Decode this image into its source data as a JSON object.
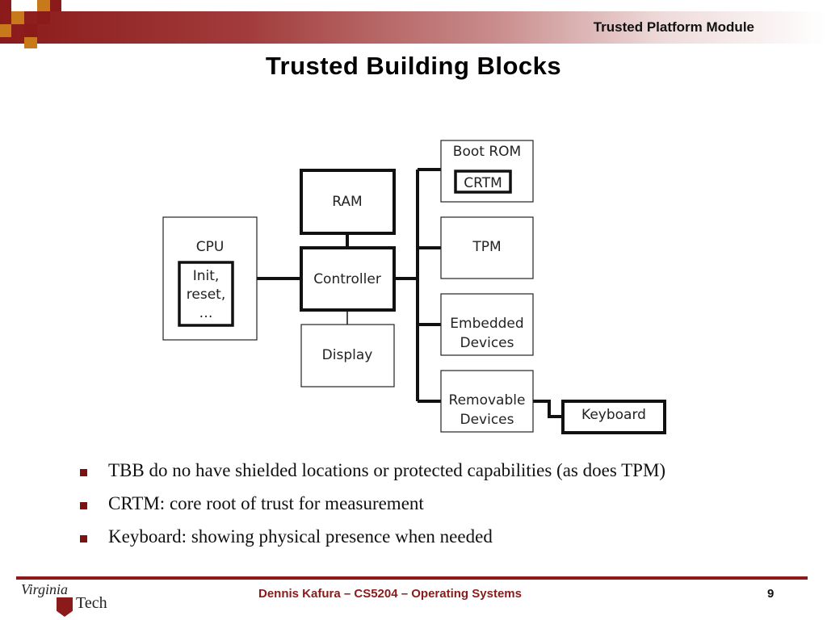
{
  "header": {
    "title": "Trusted Platform Module"
  },
  "slide": {
    "title": "Trusted Building Blocks"
  },
  "diagram": {
    "boxes": {
      "cpu": "CPU",
      "cpu_inner": [
        "Init,",
        "reset,",
        "…"
      ],
      "ram": "RAM",
      "controller": "Controller",
      "display": "Display",
      "boot_rom": "Boot ROM",
      "crtm": "CRTM",
      "tpm": "TPM",
      "embedded": [
        "Embedded",
        "Devices"
      ],
      "removable": [
        "Removable",
        "Devices"
      ],
      "keyboard": "Keyboard"
    }
  },
  "bullets": [
    "TBB do no have shielded locations or protected capabilities (as does TPM)",
    "CRTM: core root of trust for measurement",
    "Keyboard: showing physical presence when needed"
  ],
  "footer": {
    "logo_text": [
      "Virginia",
      "Tech"
    ],
    "course": "Dennis Kafura – CS5204 – Operating Systems",
    "page_number": "9"
  },
  "colors": {
    "maroon": "#8b1a1a",
    "orange": "#c87a1a"
  }
}
